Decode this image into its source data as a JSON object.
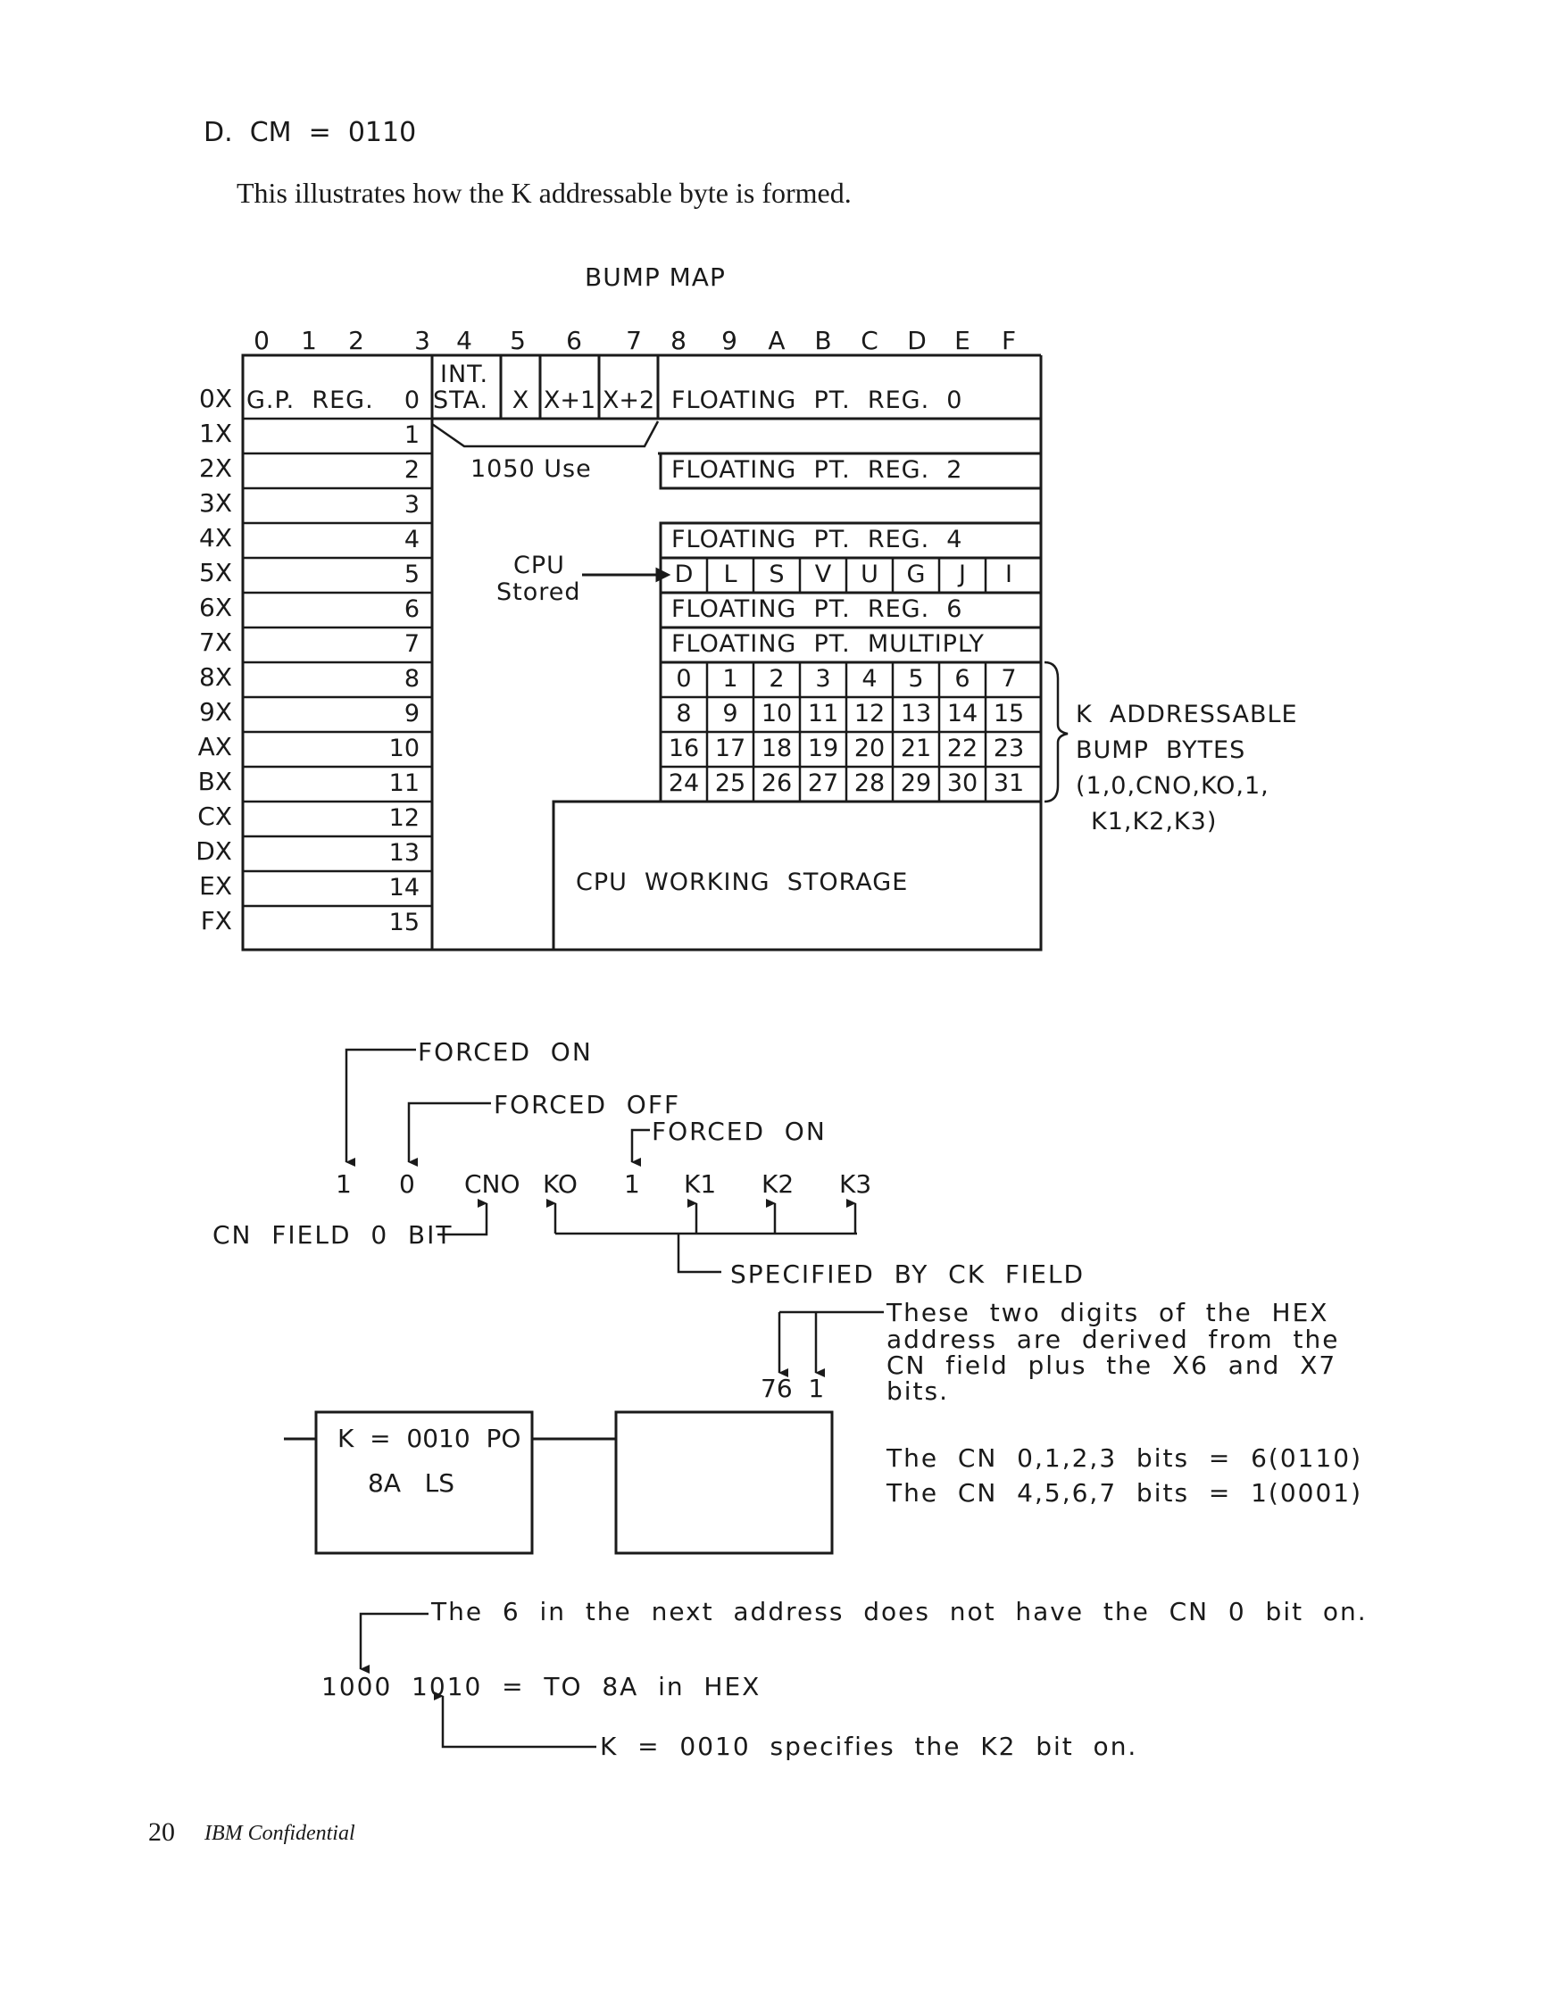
{
  "section": {
    "heading": "D.  CM  =  0110",
    "intro": "This illustrates how the K addressable byte is formed."
  },
  "bump_map": {
    "title": "BUMP MAP",
    "columns": [
      "0",
      "1",
      "2",
      "3",
      "4",
      "5",
      "6",
      "7",
      "8",
      "9",
      "A",
      "B",
      "C",
      "D",
      "E",
      "F"
    ],
    "rows": [
      "0X",
      "1X",
      "2X",
      "3X",
      "4X",
      "5X",
      "6X",
      "7X",
      "8X",
      "9X",
      "AX",
      "BX",
      "CX",
      "DX",
      "EX",
      "FX"
    ],
    "gp_reg_label": "G.P.  REG.",
    "gp_reg_numbers": [
      "0",
      "1",
      "2",
      "3",
      "4",
      "5",
      "6",
      "7",
      "8",
      "9",
      "10",
      "11",
      "12",
      "13",
      "14",
      "15"
    ],
    "int_sta_line1": "INT.",
    "int_sta_line2": "STA.",
    "x_label": "X",
    "x1_label": "X+1",
    "x2_label": "X+2",
    "fp_reg0": "FLOATING  PT.  REG.  0",
    "fp_reg2": "FLOATING  PT.  REG.  2",
    "fp_reg4": "FLOATING  PT.  REG.  4",
    "fp_reg6": "FLOATING  PT.  REG.  6",
    "fp_multiply": "FLOATING  PT.  MULTIPLY",
    "use_1050": "1050 Use",
    "cpu_stored_line1": "CPU",
    "cpu_stored_line2": "Stored",
    "status_letters": [
      "D",
      "L",
      "S",
      "V",
      "U",
      "G",
      "J",
      "I"
    ],
    "k_bytes": [
      [
        "0",
        "1",
        "2",
        "3",
        "4",
        "5",
        "6",
        "7"
      ],
      [
        "8",
        "9",
        "10",
        "11",
        "12",
        "13",
        "14",
        "15"
      ],
      [
        "16",
        "17",
        "18",
        "19",
        "20",
        "21",
        "22",
        "23"
      ],
      [
        "24",
        "25",
        "26",
        "27",
        "28",
        "29",
        "30",
        "31"
      ]
    ],
    "cpu_working_storage": "CPU  WORKING  STORAGE",
    "k_note": [
      "K  ADDRESSABLE",
      "BUMP  BYTES",
      "(1,0,CNO,KO,1,",
      "K1,K2,K3)"
    ]
  },
  "bits_diagram": {
    "forced_on_1": "FORCED  ON",
    "forced_off": "FORCED  OFF",
    "forced_on_2": "FORCED  ON",
    "bits": [
      "1",
      "0",
      "CNO",
      "KO",
      "1",
      "K1",
      "K2",
      "K3"
    ],
    "cn_field_label": "CN  FIELD  0  BIT",
    "specified_label": "SPECIFIED  BY  CK  FIELD"
  },
  "address_diagram": {
    "digits_note": [
      "These  two  digits  of  the  HEX",
      "address  are  derived  from  the",
      "CN  field  plus  the  X6  and  X7",
      "bits."
    ],
    "digit_labels": "76  1",
    "box_line1": "K  =  0010  PO",
    "box_line2": "8A   LS",
    "cn_bits_line1": "The  CN  0,1,2,3  bits  =  6(0110)",
    "cn_bits_line2": "The  CN  4,5,6,7  bits  =  1(0001)",
    "next_address_note": "The  6  in  the  next  address  does  not  have  the  CN  0  bit  on.",
    "hex_line": "1000  1010  =  TO  8A  in  HEX",
    "k_spec_note": "K  =  0010  specifies  the  K2  bit  on."
  },
  "footer": {
    "page_number": "20",
    "confidential": "IBM Confidential"
  }
}
